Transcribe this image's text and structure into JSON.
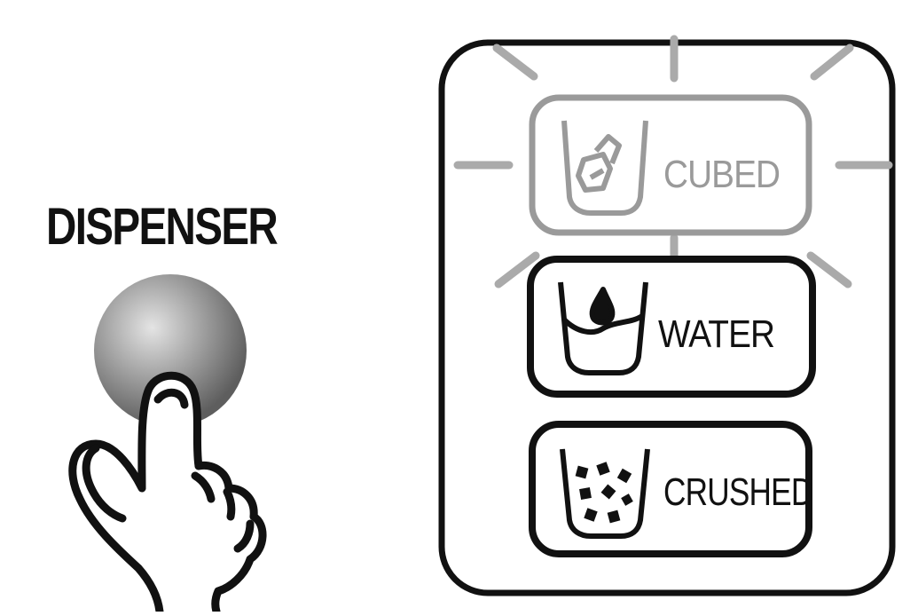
{
  "dispenser": {
    "label": "DISPENSER"
  },
  "panel": {
    "options": [
      {
        "label": "CUBED",
        "icon": "cubed-ice-cup-icon",
        "state": "active"
      },
      {
        "label": "WATER",
        "icon": "water-cup-icon",
        "state": "normal"
      },
      {
        "label": "CRUSHED",
        "icon": "crushed-ice-cup-icon",
        "state": "normal"
      }
    ]
  },
  "colors": {
    "ink": "#111111",
    "active_gray": "#9a9a9a",
    "glow_gray": "#aaaaaa",
    "button_gray": "#8c8c8c"
  }
}
